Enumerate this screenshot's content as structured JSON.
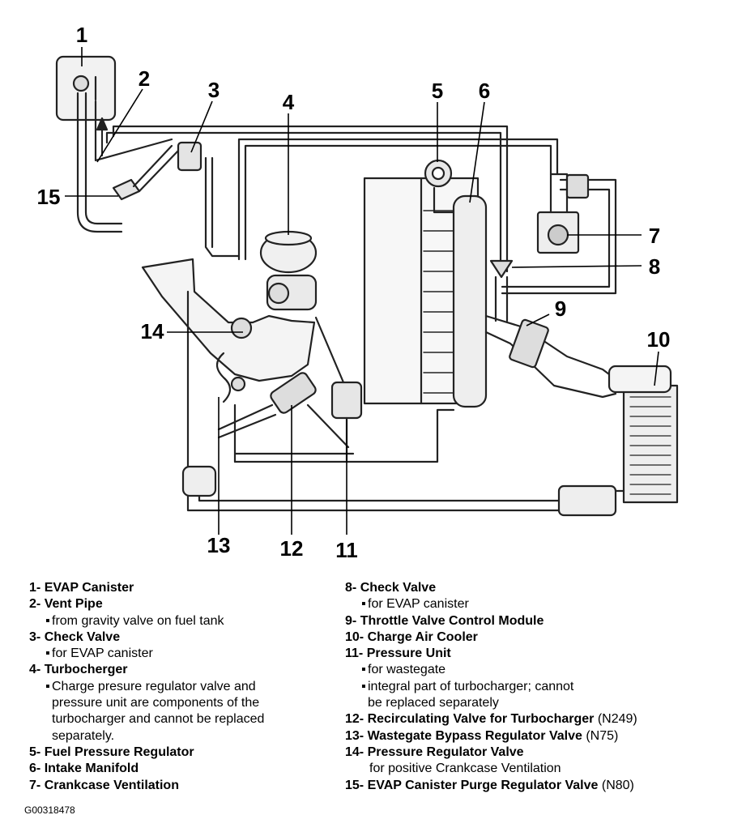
{
  "diagram": {
    "callouts": [
      "1",
      "2",
      "3",
      "4",
      "5",
      "6",
      "7",
      "8",
      "9",
      "10",
      "11",
      "12",
      "13",
      "14",
      "15"
    ]
  },
  "legend": {
    "left": [
      {
        "num": "1-",
        "label": "EVAP Canister",
        "notes": []
      },
      {
        "num": "2-",
        "label": "Vent Pipe",
        "notes": [
          "from gravity valve on fuel tank"
        ]
      },
      {
        "num": "3-",
        "label": "Check Valve",
        "notes": [
          "for EVAP canister"
        ]
      },
      {
        "num": "4-",
        "label": "Turbocherger",
        "notes": [
          "Charge presure regulator valve and"
        ],
        "cont": [
          "pressure unit are components of the",
          "turbocharger and cannot be replaced",
          "separately."
        ]
      },
      {
        "num": "5-",
        "label": "Fuel Pressure Regulator",
        "notes": []
      },
      {
        "num": "6-",
        "label": "Intake Manifold",
        "notes": []
      },
      {
        "num": "7-",
        "label": "Crankcase Ventilation",
        "notes": []
      }
    ],
    "right": [
      {
        "num": "8-",
        "label": "Check Valve",
        "note1": "for EVAP canister"
      },
      {
        "num": "9-",
        "label": "Throttle Valve Control Module"
      },
      {
        "num": "10-",
        "label": "Charge Air Cooler"
      },
      {
        "num": "11-",
        "label": "Pressure Unit",
        "note1": "for wastegate",
        "note2": "integral part of turbocharger; cannot",
        "note2cont": "be replaced separately"
      },
      {
        "num": "12-",
        "label": "Recirculating Valve for Turbocharger",
        "code": "(N249)"
      },
      {
        "num": "13-",
        "label": "Wastegate Bypass Regulator Valve",
        "code": "(N75)"
      },
      {
        "num": "14-",
        "label": "Pressure Regulator Valve",
        "cont": "for positive Crankcase Ventilation"
      },
      {
        "num": "15-",
        "label": "EVAP Canister Purge Regulator Valve",
        "code": "(N80)"
      }
    ]
  },
  "figure_id": "G00318478"
}
